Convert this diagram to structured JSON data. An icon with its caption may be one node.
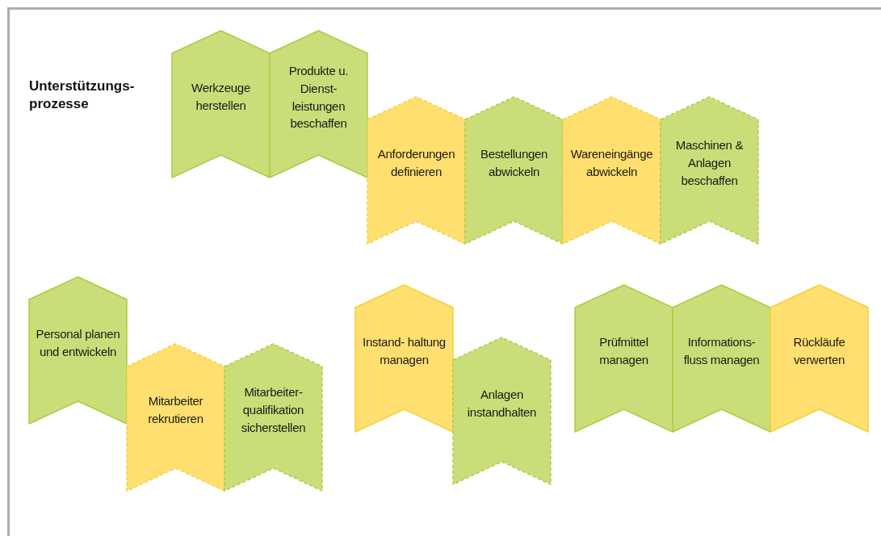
{
  "diagram": {
    "title": "Unterstützungs- prozesse",
    "nodes": [
      {
        "text": [
          "Werkzeuge herstellen"
        ]
      },
      {
        "text": [
          "Produkte u. Dienst- leistungen beschaffen"
        ]
      },
      {
        "text": [
          "Anforderungen definieren"
        ]
      },
      {
        "text": [
          "Bestellungen abwickeln"
        ]
      },
      {
        "text": [
          "Wareneingänge abwickeln"
        ]
      },
      {
        "text": [
          "Maschinen & Anlagen beschaffen"
        ]
      },
      {
        "text": [
          "Personal planen und entwickeln"
        ]
      },
      {
        "text": [
          "Mitarbeiter rekrutieren"
        ]
      },
      {
        "text": [
          "Mitarbeiter- qualifikation sicherstellen"
        ]
      },
      {
        "text": [
          "Instand- haltung managen"
        ]
      },
      {
        "text": [
          "Anlagen instandhalten"
        ]
      },
      {
        "text": [
          "Prüfmittel managen"
        ]
      },
      {
        "text": [
          "Informations- fluss managen"
        ]
      },
      {
        "text": [
          "Rückläufe verwerten"
        ]
      }
    ]
  }
}
